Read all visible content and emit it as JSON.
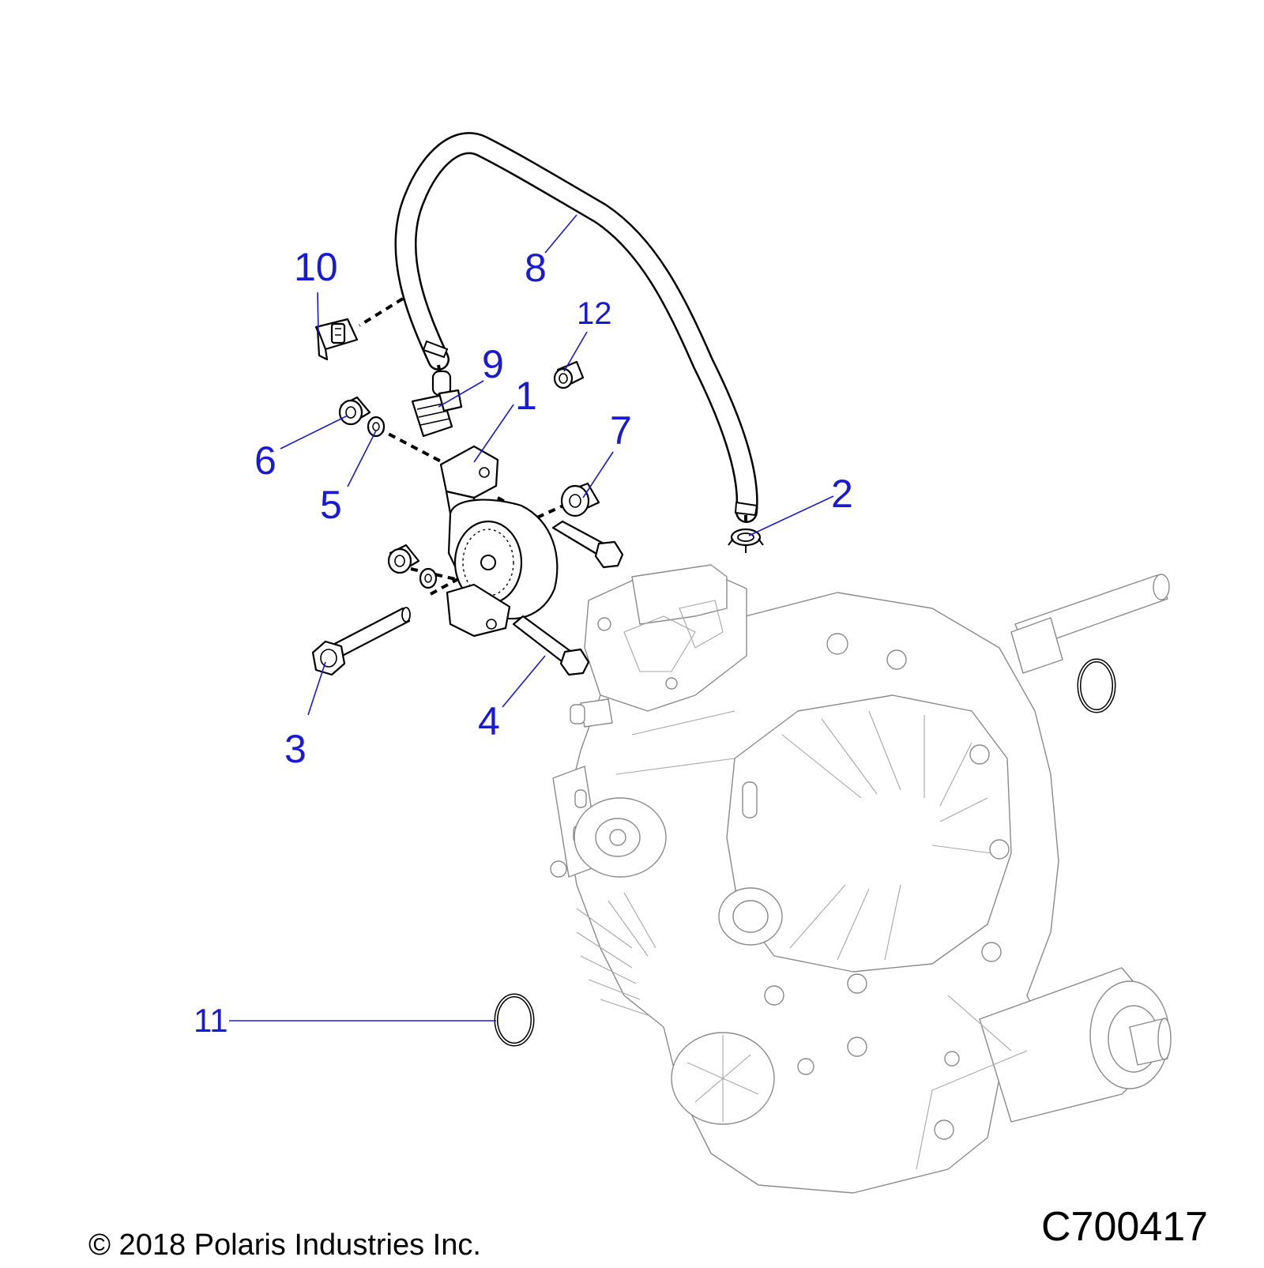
{
  "diagram": {
    "figure_id": "C700417",
    "copyright": "© 2018 Polaris Industries Inc.",
    "callouts": [
      {
        "id": "1",
        "label": "1"
      },
      {
        "id": "2",
        "label": "2"
      },
      {
        "id": "3",
        "label": "3"
      },
      {
        "id": "4",
        "label": "4"
      },
      {
        "id": "5",
        "label": "5"
      },
      {
        "id": "6",
        "label": "6"
      },
      {
        "id": "7",
        "label": "7"
      },
      {
        "id": "8",
        "label": "8"
      },
      {
        "id": "9",
        "label": "9"
      },
      {
        "id": "10",
        "label": "10"
      },
      {
        "id": "11",
        "label": "11"
      },
      {
        "id": "12",
        "label": "12"
      }
    ]
  },
  "colors": {
    "callout": "#1a1ad6",
    "line": "#000000",
    "ghost": "#8a8a8a",
    "background": "#ffffff"
  }
}
